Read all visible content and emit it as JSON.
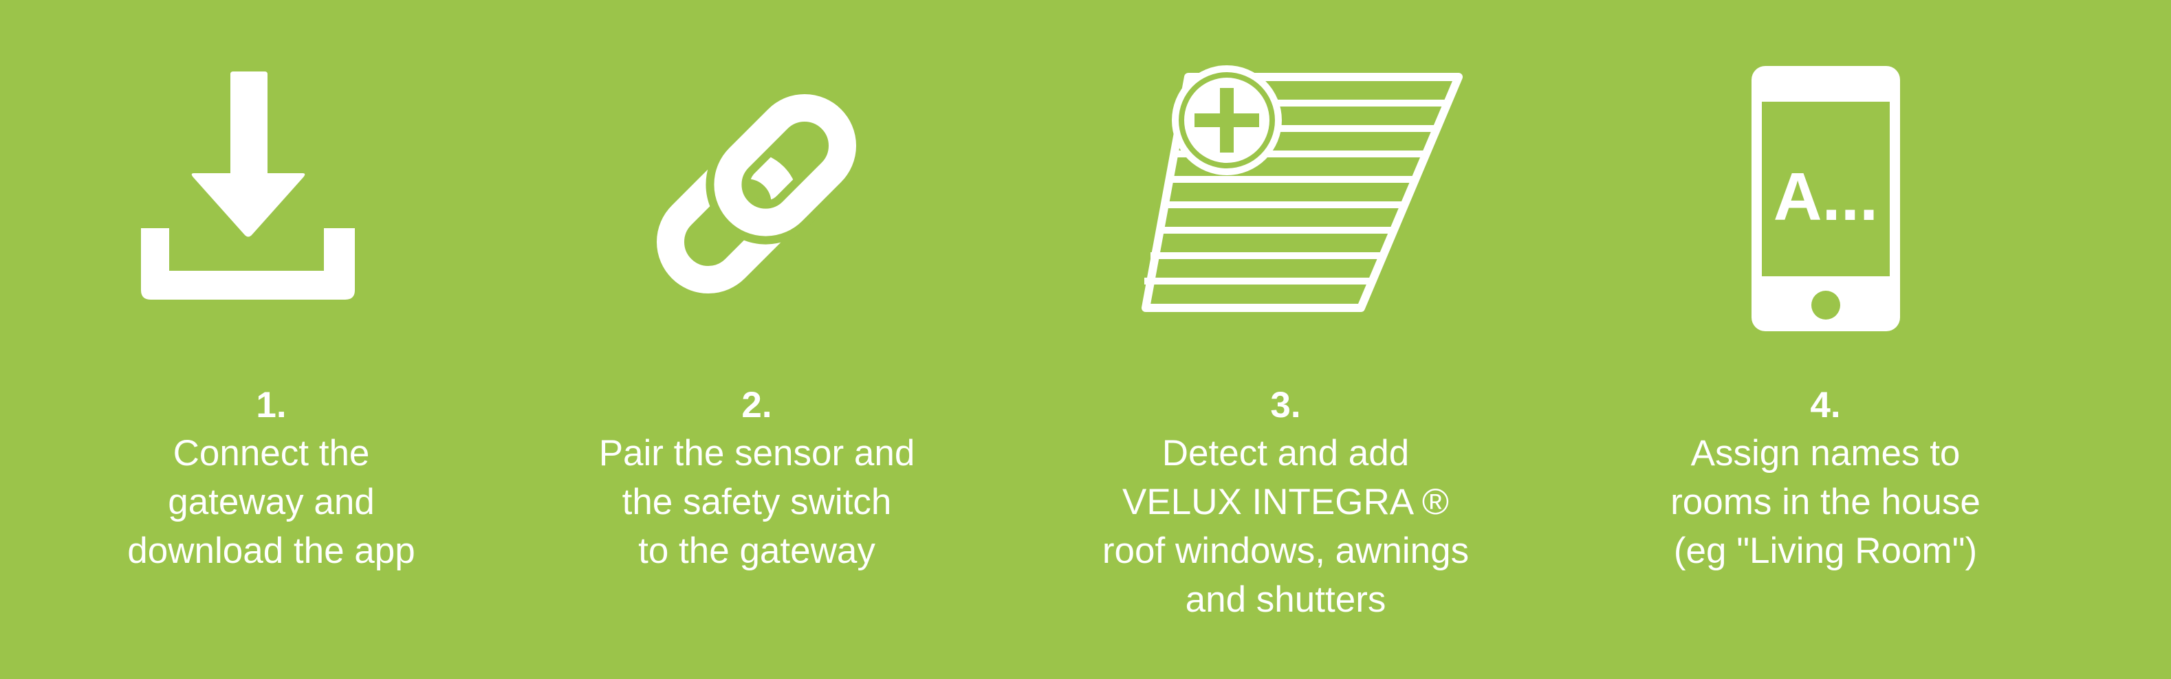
{
  "colors": {
    "background": "#9bc44a",
    "foreground": "#ffffff"
  },
  "steps": [
    {
      "number": "1.",
      "icon": "download-icon",
      "lines": [
        "Connect the",
        "gateway and",
        "download the app"
      ]
    },
    {
      "number": "2.",
      "icon": "link-icon",
      "lines": [
        "Pair the sensor and",
        "the safety switch",
        "to the gateway"
      ]
    },
    {
      "number": "3.",
      "icon": "add-blinds-icon",
      "lines": [
        "Detect and add",
        "VELUX INTEGRA ®",
        "roof windows, awnings",
        "and shutters"
      ]
    },
    {
      "number": "4.",
      "icon": "smartphone-icon",
      "icon_text": "A...",
      "lines": [
        "Assign names to",
        "rooms in the house",
        "(eg \"Living Room\")"
      ]
    }
  ]
}
